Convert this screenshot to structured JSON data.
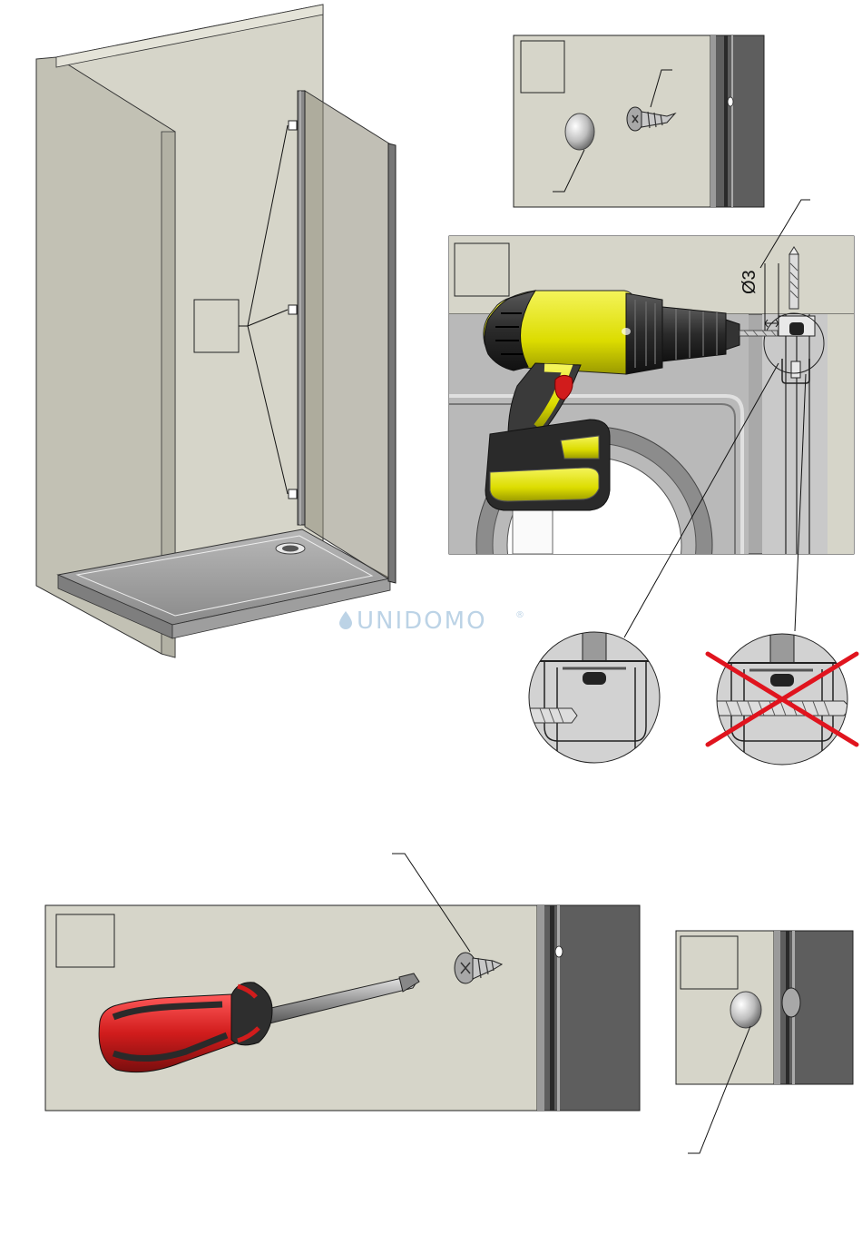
{
  "brand": {
    "watermark": "UNIDOMO",
    "registered": "®",
    "watermark_color": "#bcd3e6"
  },
  "dimensions": {
    "drill_diameter": "Ø3"
  },
  "colors": {
    "wall": "#d6d5c9",
    "profile_dark": "#5a5a5a",
    "drill_yellow": "#e6e600",
    "screwdriver_red": "#d11c1c",
    "prohibited_cross": "#e0141e"
  },
  "icons": [
    "shower-enclosure",
    "cap-icon",
    "screw-icon",
    "drill-icon",
    "screwdriver-icon",
    "correct-detail",
    "prohibited-cross-icon"
  ]
}
